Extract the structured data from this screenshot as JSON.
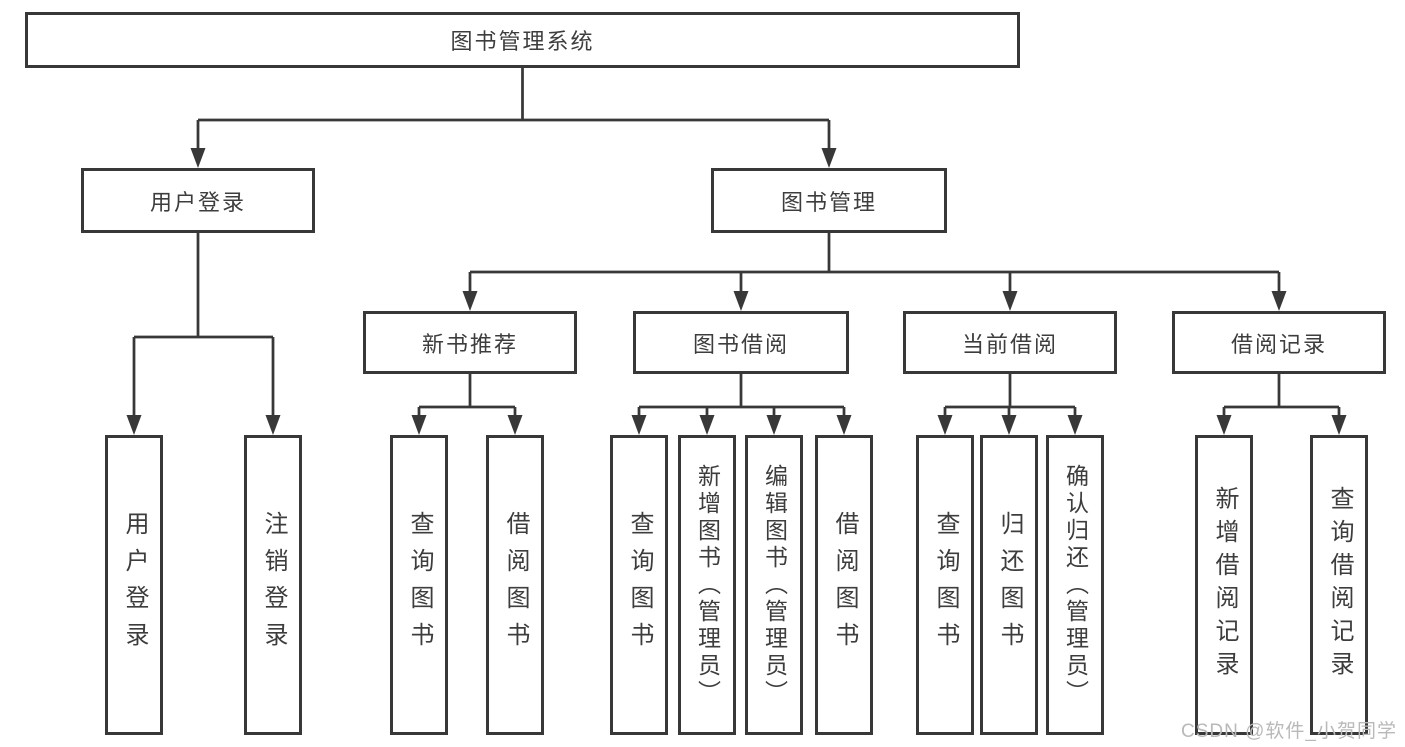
{
  "tree": {
    "label": "图书管理系统",
    "children": [
      {
        "label": "用户登录",
        "children": [
          {
            "label": "用户登录"
          },
          {
            "label": "注销登录"
          }
        ]
      },
      {
        "label": "图书管理",
        "children": [
          {
            "label": "新书推荐",
            "children": [
              {
                "label": "查询图书"
              },
              {
                "label": "借阅图书"
              }
            ]
          },
          {
            "label": "图书借阅",
            "children": [
              {
                "label": "查询图书"
              },
              {
                "label": "新增图书（管理员）"
              },
              {
                "label": "编辑图书（管理员）"
              },
              {
                "label": "借阅图书"
              }
            ]
          },
          {
            "label": "当前借阅",
            "children": [
              {
                "label": "查询图书"
              },
              {
                "label": "归还图书"
              },
              {
                "label": "确认归还（管理员）"
              }
            ]
          },
          {
            "label": "借阅记录",
            "children": [
              {
                "label": "新增借阅记录"
              },
              {
                "label": "查询借阅记录"
              }
            ]
          }
        ]
      }
    ]
  },
  "watermark": "CSDN @软件_小贺同学",
  "colors": {
    "line": "#383838",
    "text": "#3d3d3d",
    "watermark": "#b9b9b9",
    "background": "#ffffff"
  }
}
